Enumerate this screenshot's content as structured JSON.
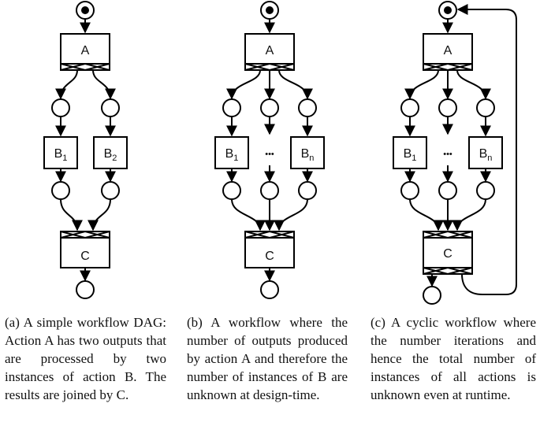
{
  "colors": {
    "stroke": "#000000",
    "fill": "#ffffff",
    "text": "#111111"
  },
  "diagrams": [
    {
      "id": "a",
      "top_label": "A",
      "middle_labels": [
        {
          "base": "B",
          "sub": "1"
        },
        {
          "base": "B",
          "sub": "2"
        }
      ],
      "bottom_label": "C",
      "caption": "(a)  A simple workflow DAG: Action A has two outputs that are processed by two instances of action B. The results are joined by C."
    },
    {
      "id": "b",
      "top_label": "A",
      "middle_labels": [
        {
          "base": "B",
          "sub": "1"
        },
        {
          "base": "•••",
          "sub": ""
        },
        {
          "base": "B",
          "sub": "n"
        }
      ],
      "bottom_label": "C",
      "caption": "(b)  A workflow where the number of outputs produced by action A and therefore the number of instances of B are unknown at design-time."
    },
    {
      "id": "c",
      "top_label": "A",
      "middle_labels": [
        {
          "base": "B",
          "sub": "1"
        },
        {
          "base": "•••",
          "sub": ""
        },
        {
          "base": "B",
          "sub": "n"
        }
      ],
      "bottom_label": "C",
      "caption": "(c)  A cyclic workflow where the number iterations and hence the total number of instances of all actions is unknown even at runtime."
    }
  ]
}
